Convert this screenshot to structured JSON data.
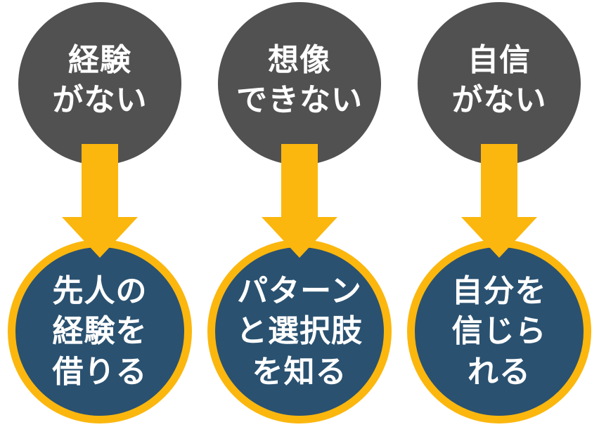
{
  "colors": {
    "background": "#ffffff",
    "problem-fill": "#515151",
    "solution-fill": "#2a5170",
    "accent": "#fbb70e",
    "text": "#ffffff"
  },
  "columns": [
    {
      "problem": "経験\nがない",
      "solution": "先人の\n経験を\n借りる"
    },
    {
      "problem": "想像\nできない",
      "solution": "パターン\nと選択肢\nを知る"
    },
    {
      "problem": "自信\nがない",
      "solution": "自分を\n信じら\nれる"
    }
  ]
}
